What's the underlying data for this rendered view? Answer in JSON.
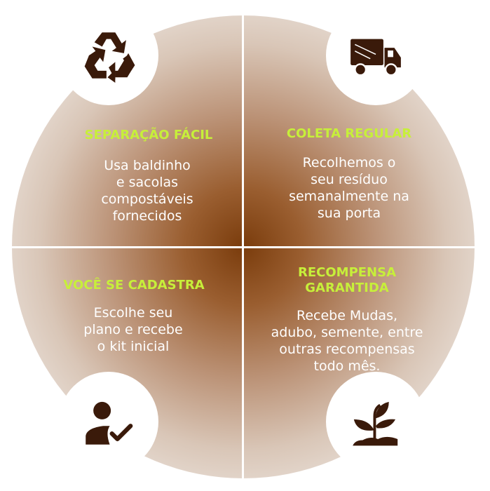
{
  "quadrants": [
    {
      "icon": "recycle-icon",
      "title": "SEPARAÇÃO FÁCIL",
      "lines": [
        "Usa baldinho",
        "e sacolas",
        "compostáveis",
        "fornecidos"
      ]
    },
    {
      "icon": "truck-icon",
      "title": "COLETA REGULAR",
      "lines": [
        "Recolhemos o",
        "seu resíduo",
        "semanalmente na",
        "sua porta"
      ]
    },
    {
      "icon": "user-check-icon",
      "title": "VOCÊ SE CADASTRA",
      "lines": [
        "Escolhe seu",
        "plano e recebe",
        "o kit inicial"
      ]
    },
    {
      "icon": "plant-icon",
      "title_lines": [
        "RECOMPENSA",
        "GARANTIDA"
      ],
      "lines": [
        "Recebe Mudas,",
        "adubo, semente, entre",
        "outras recompensas",
        "todo mês."
      ]
    }
  ],
  "colors": {
    "title": "#c7ef3a",
    "icon": "#3a1a0a",
    "center": "#7a3c0c"
  }
}
